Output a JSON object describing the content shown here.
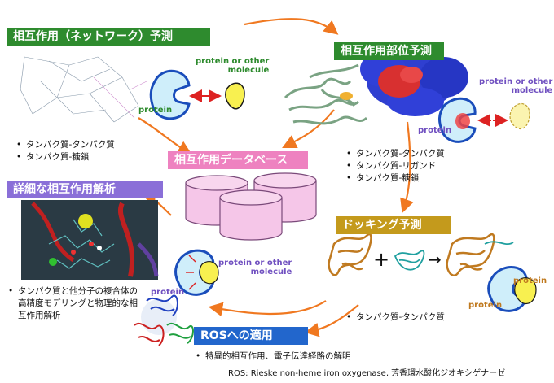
{
  "sections": {
    "network": {
      "title": "相互作用（ネットワーク）予測",
      "color": "#2e8b2e",
      "items": [
        "タンパク質-タンパク質",
        "タンパク質-糖鎖"
      ]
    },
    "site": {
      "title": "相互作用部位予測",
      "color": "#2e8b2e",
      "items": [
        "タンパク質-タンパク質",
        "タンパク質-リガンド",
        "タンパク質-糖鎖"
      ]
    },
    "database": {
      "title": "相互作用データベース",
      "color": "#ee82c0"
    },
    "detail": {
      "title": "詳細な相互作用解析",
      "color": "#8a6fd8",
      "items": [
        "タンパク質と他分子の複合体の高精度モデリングと物理的な相互作用解析"
      ]
    },
    "docking": {
      "title": "ドッキング予測",
      "color": "#c49a1c",
      "items": [
        "タンパク質-タンパク質"
      ]
    },
    "ros": {
      "title": "ROSへの適用",
      "color": "#2266cc",
      "items": [
        "特異的相互作用、電子伝達経路の解明"
      ]
    }
  },
  "labels": {
    "protein": "protein",
    "protein_or_other": "protein or other",
    "molecule": "molecule"
  },
  "footnote": "ROS: Rieske non-heme iron oxygenase, 芳香環水酸化ジオキシゲナーゼ",
  "symbols": {
    "plus": "+",
    "arrow": "→"
  },
  "colors": {
    "protein_shape": "#cfeefa",
    "ligand_shape": "#f8f050",
    "arrow_orange": "#f07820",
    "arrow_red": "#dd2222"
  }
}
